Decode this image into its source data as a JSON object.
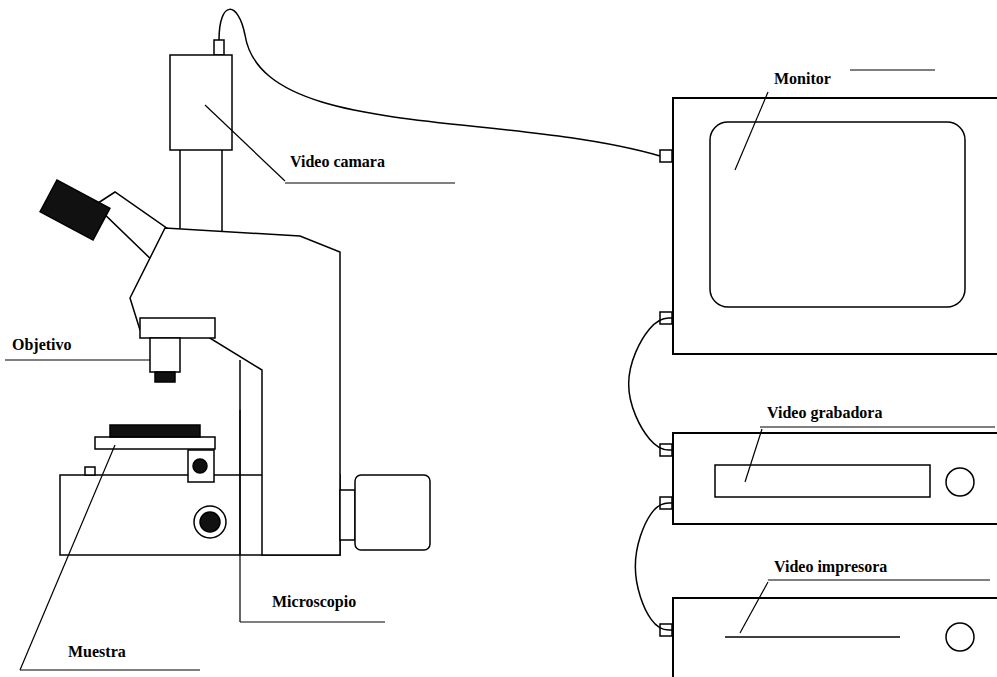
{
  "diagram": {
    "nodes": [
      {
        "text": [
          "Monitor"
        ]
      },
      {
        "text": [
          "Video grabadora"
        ]
      },
      {
        "text": [
          "Video impresora"
        ]
      }
    ],
    "edges": [
      {
        "from": 0,
        "to": 1,
        "arrow": "none"
      },
      {
        "from": 1,
        "to": 2,
        "arrow": "none"
      }
    ],
    "labels": [
      "Video camara",
      "Objetivo",
      "Microscopio",
      "Muestra"
    ]
  }
}
